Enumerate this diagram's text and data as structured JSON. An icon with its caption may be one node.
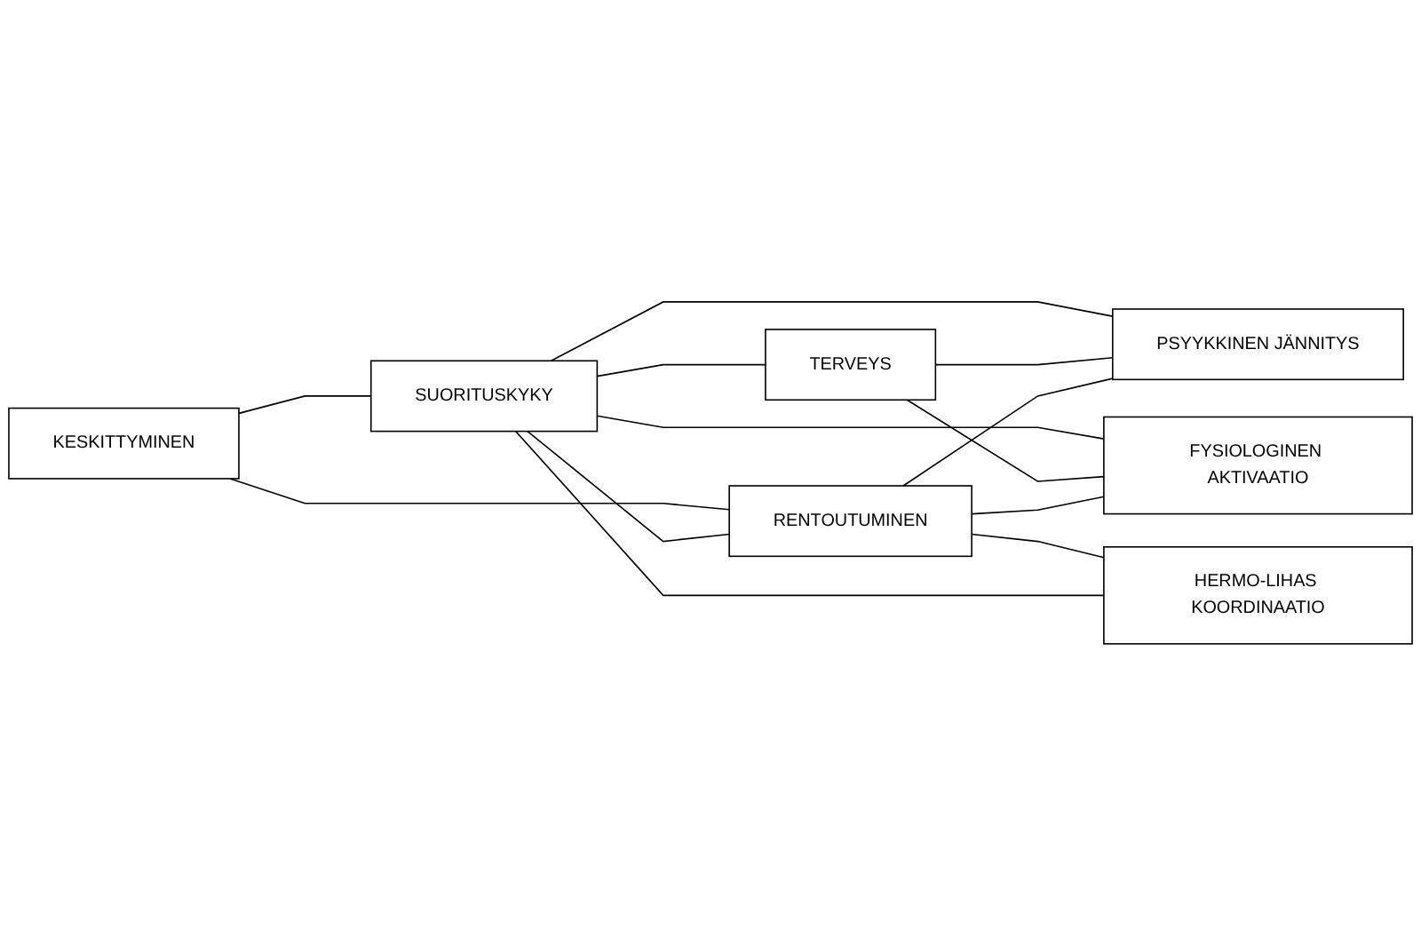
{
  "diagram": {
    "nodes": [
      {
        "text": [
          "KESKITTYMINEN"
        ]
      },
      {
        "text": [
          "SUORITUSKYKY"
        ]
      },
      {
        "text": [
          "TERVEYS"
        ]
      },
      {
        "text": [
          "RENTOUTUMINEN"
        ]
      },
      {
        "text": [
          "PSYYKKINEN JÄNNITYS"
        ]
      },
      {
        "text": [
          "FYSIOLOGINEN AKTIVAATIO"
        ]
      },
      {
        "text": [
          "HERMO-LIHAS KOORDINAATIO"
        ]
      }
    ],
    "edges": [
      {
        "from": 0,
        "to": 1,
        "arrow": "none"
      },
      {
        "from": 1,
        "to": 2,
        "arrow": "none"
      },
      {
        "from": 0,
        "to": 3,
        "arrow": "none"
      },
      {
        "from": 1,
        "to": 3,
        "arrow": "none"
      },
      {
        "from": 1,
        "to": 4,
        "arrow": "none"
      },
      {
        "from": 1,
        "to": 5,
        "arrow": "none"
      },
      {
        "from": 2,
        "to": 4,
        "arrow": "none"
      },
      {
        "from": 2,
        "to": 5,
        "arrow": "none"
      },
      {
        "from": 3,
        "to": 4,
        "arrow": "none"
      },
      {
        "from": 3,
        "to": 5,
        "arrow": "none"
      },
      {
        "from": 3,
        "to": 6,
        "arrow": "none"
      },
      {
        "from": 6,
        "to": 1,
        "arrow": "none"
      }
    ]
  }
}
